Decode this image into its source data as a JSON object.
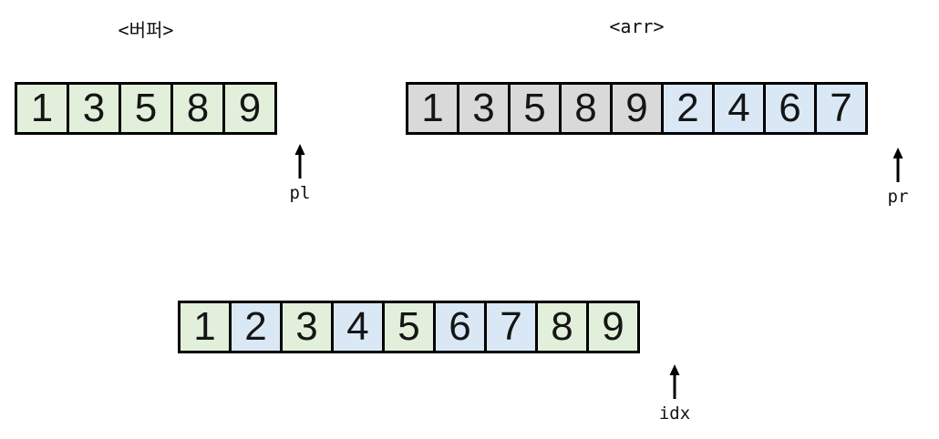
{
  "colors": {
    "green": "#e2efda",
    "blue": "#dae8f6",
    "gray": "#d9d9d9",
    "border": "#000000",
    "background": "#ffffff",
    "text": "#151515"
  },
  "diagram": {
    "buffer": {
      "title": "<버퍼>",
      "cells": [
        {
          "value": "1",
          "color": "green"
        },
        {
          "value": "3",
          "color": "green"
        },
        {
          "value": "5",
          "color": "green"
        },
        {
          "value": "8",
          "color": "green"
        },
        {
          "value": "9",
          "color": "green"
        }
      ],
      "pointer_label": "pl"
    },
    "arr": {
      "title": "<arr>",
      "cells": [
        {
          "value": "1",
          "color": "gray"
        },
        {
          "value": "3",
          "color": "gray"
        },
        {
          "value": "5",
          "color": "gray"
        },
        {
          "value": "8",
          "color": "gray"
        },
        {
          "value": "9",
          "color": "gray"
        },
        {
          "value": "2",
          "color": "blue"
        },
        {
          "value": "4",
          "color": "blue"
        },
        {
          "value": "6",
          "color": "blue"
        },
        {
          "value": "7",
          "color": "blue"
        }
      ],
      "pointer_label": "pr"
    },
    "merged": {
      "cells": [
        {
          "value": "1",
          "color": "green"
        },
        {
          "value": "2",
          "color": "blue"
        },
        {
          "value": "3",
          "color": "green"
        },
        {
          "value": "4",
          "color": "blue"
        },
        {
          "value": "5",
          "color": "green"
        },
        {
          "value": "6",
          "color": "blue"
        },
        {
          "value": "7",
          "color": "blue"
        },
        {
          "value": "8",
          "color": "green"
        },
        {
          "value": "9",
          "color": "green"
        }
      ],
      "pointer_label": "idx"
    }
  }
}
